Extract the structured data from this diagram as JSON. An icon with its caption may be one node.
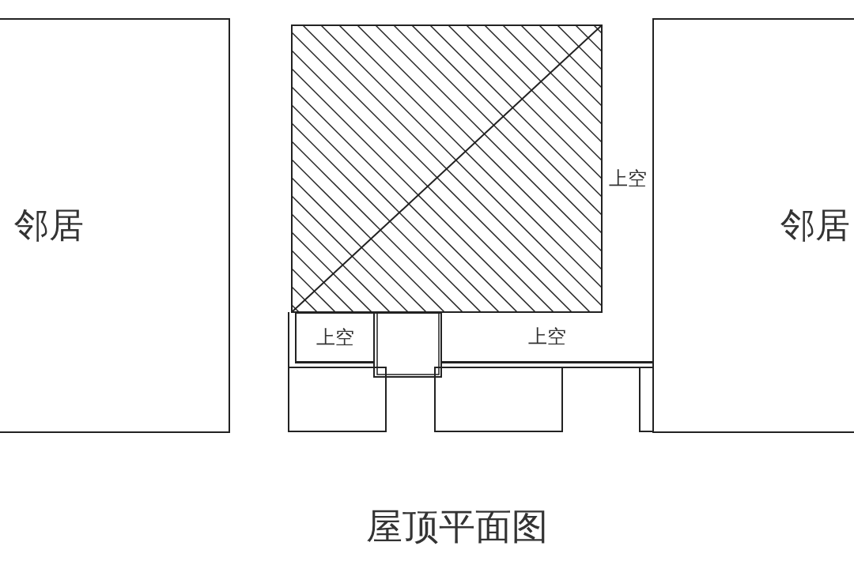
{
  "diagram": {
    "title": "屋顶平面图",
    "nodes": [
      {
        "text": [
          "邻居"
        ]
      },
      {
        "text": [
          "邻居"
        ]
      },
      {
        "text": [
          "上空"
        ]
      },
      {
        "text": [
          "上空"
        ]
      }
    ],
    "labels": [
      "上空"
    ]
  }
}
